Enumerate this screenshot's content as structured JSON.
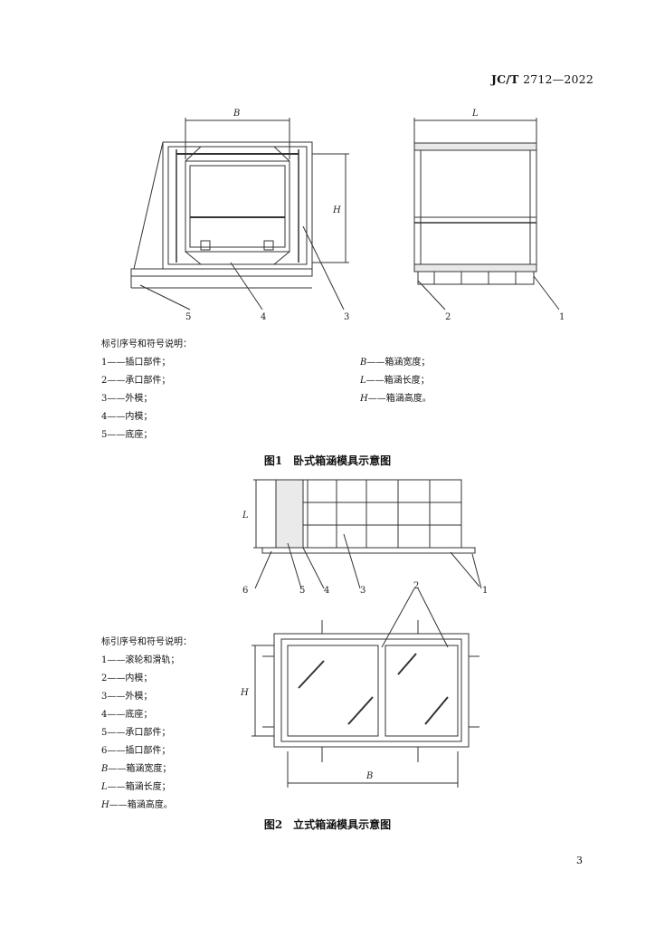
{
  "header": {
    "standard_prefix": "JC/T",
    "standard_number": "2712—2022"
  },
  "figure1": {
    "caption": "图1　卧式箱涵模具示意图",
    "dims": {
      "B": "B",
      "L": "L",
      "H": "H"
    },
    "callouts": [
      "5",
      "4",
      "3",
      "2",
      "1"
    ],
    "legend_title": "标引序号和符号说明：",
    "legend_left": [
      "1——插口部件；",
      "2——承口部件；",
      "3——外模；",
      "4——内模；",
      "5——底座；"
    ],
    "legend_right": [
      {
        "sym": "B",
        "text": "——箱涵宽度；"
      },
      {
        "sym": "L",
        "text": "——箱涵长度；"
      },
      {
        "sym": "H",
        "text": "——箱涵高度。"
      }
    ]
  },
  "figure2": {
    "caption": "图2　立式箱涵模具示意图",
    "dims": {
      "L": "L",
      "H": "H",
      "B": "B"
    },
    "callouts": [
      "6",
      "5",
      "4",
      "3",
      "1",
      "2"
    ],
    "legend_title": "标引序号和符号说明：",
    "legend_items": [
      "1——滚轮和滑轨；",
      "2——内模；",
      "3——外模；",
      "4——底座；",
      "5——承口部件；",
      "6——插口部件；"
    ],
    "legend_symbols": [
      {
        "sym": "B",
        "text": "——箱涵宽度；"
      },
      {
        "sym": "L",
        "text": "——箱涵长度；"
      },
      {
        "sym": "H",
        "text": "——箱涵高度。"
      }
    ]
  },
  "page_number": "3"
}
